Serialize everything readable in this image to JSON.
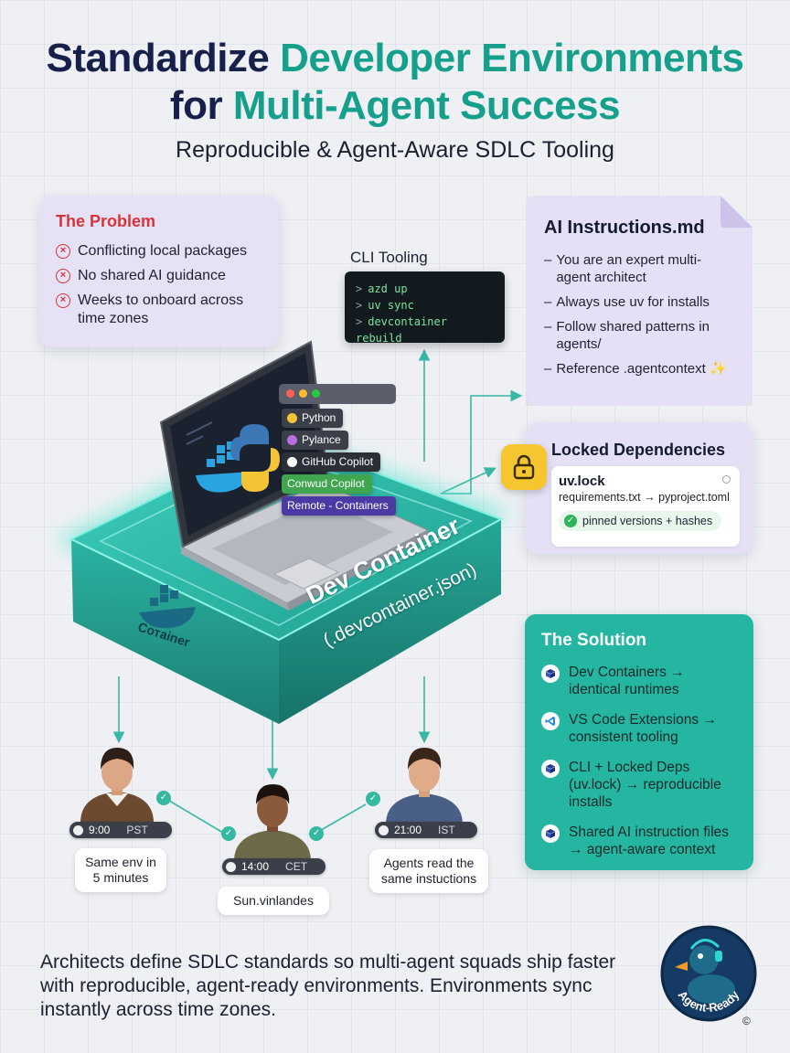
{
  "title": {
    "line1_a": "Standardize",
    "line1_b": "Developer Environments",
    "line2_a": "for",
    "line2_b": "Multi-Agent Success"
  },
  "subtitle": "Reproducible & Agent-Aware SDLC Tooling",
  "problem": {
    "heading": "The Problem",
    "items": [
      "Conflicting local packages",
      "No shared AI guidance",
      "Weeks to onboard across time zones"
    ]
  },
  "cli": {
    "heading": "CLI Tooling",
    "prompt": ">",
    "commands": [
      "azd up",
      "uv sync",
      "devcontainer rebuild"
    ]
  },
  "instructions": {
    "heading": "AI Instructions.md",
    "items": [
      "You are an expert multi-agent architect",
      "Always use uv for installs",
      "Follow shared patterns in agents/",
      "Reference .agentcontext ✨"
    ]
  },
  "locked": {
    "heading": "Locked Dependencies",
    "file": "uv.lock",
    "req": "requirements.txt → pyproject.toml",
    "pill": "pinned versions + hashes"
  },
  "extensions": [
    "Python",
    "Pylance",
    "GitHub Copilot",
    "Conwud Copilot",
    "Remote - Containers"
  ],
  "container": {
    "label": "Dev Container",
    "file": "(.devcontainer.json)",
    "whale_label": "Cотаiner"
  },
  "solution": {
    "heading": "The Solution",
    "items": [
      "Dev Containers → identical runtimes",
      "VS Code Extensions → consistent tooling",
      "CLI + Locked Deps (uv.lock) → reproducible installs",
      "Shared AI instruction files → agent-aware context"
    ]
  },
  "people": [
    {
      "time": "9:00",
      "tz": "PST",
      "caption": "Same env in 5 minutes"
    },
    {
      "time": "14:00",
      "tz": "CET",
      "caption": "Sun.vinlandes"
    },
    {
      "time": "21:00",
      "tz": "IST",
      "caption": "Agents read the same instuctions"
    }
  ],
  "footer": "Architects define SDLC standards so multi-agent squads ship faster with reproducible, agent-ready environments. Environments sync instantly across time zones.",
  "mascot_text": "Agent-Ready",
  "copyright": "©",
  "colors": {
    "teal": "#16a08c",
    "navy": "#16204a",
    "problem_red": "#d8333a",
    "solution_bg": "#24b6a0",
    "card_lavender": "#e7e1f5"
  }
}
